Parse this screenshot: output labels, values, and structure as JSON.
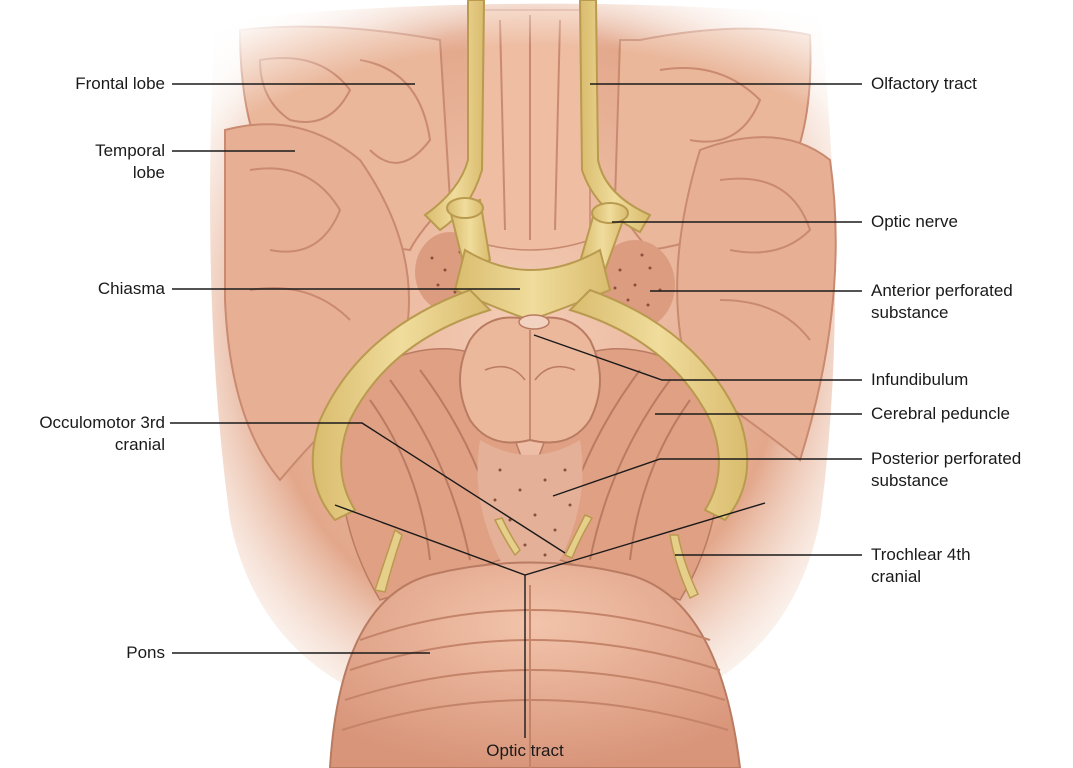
{
  "labels": {
    "frontal_lobe": "Frontal lobe",
    "temporal_lobe_1": "Temporal",
    "temporal_lobe_2": "lobe",
    "chiasma": "Chiasma",
    "occulomotor_1": "Occulomotor 3rd",
    "occulomotor_2": "cranial",
    "pons": "Pons",
    "olfactory_tract": "Olfactory tract",
    "optic_nerve": "Optic nerve",
    "anterior_perforated_1": "Anterior perforated",
    "anterior_perforated_2": "substance",
    "infundibulum": "Infundibulum",
    "cerebral_peduncle": "Cerebral peduncle",
    "posterior_perforated_1": "Posterior perforated",
    "posterior_perforated_2": "substance",
    "trochlear_1": "Trochlear 4th",
    "trochlear_2": "cranial",
    "optic_tract": "Optic tract"
  },
  "colors": {
    "tissue": "#e6ad91",
    "tissue_light": "#f2c9b2",
    "tissue_dark": "#c98a70",
    "nerve": "#e6cf8a",
    "nerve_dark": "#c9ae5e",
    "leader_line": "#1a1a1a"
  }
}
